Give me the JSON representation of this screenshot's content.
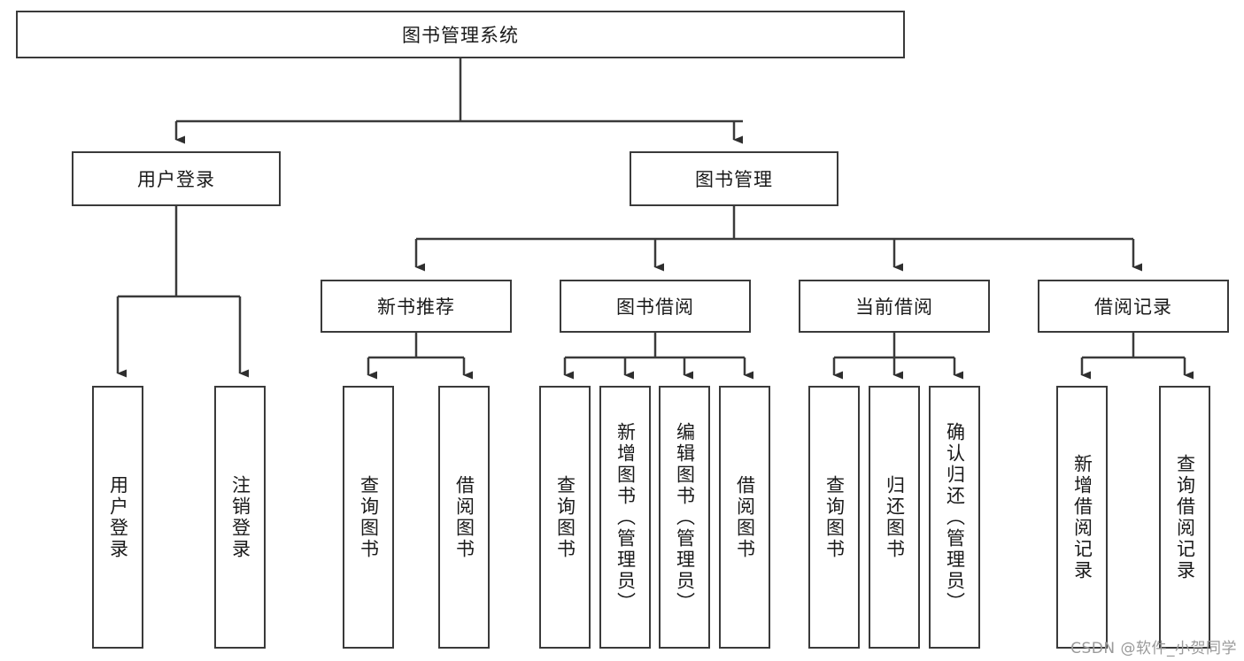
{
  "diagram": {
    "type": "tree-hierarchy",
    "title": "图书管理系统",
    "watermark": "CSDN @软件_小贺同学",
    "colors": {
      "box_border": "#3a3a3a",
      "box_fill": "#ffffff",
      "line": "#3a3a3a",
      "text": "#1a1a1a",
      "watermark": "#9a9a9a",
      "background": "#ffffff"
    },
    "root": {
      "label": "图书管理系统"
    },
    "level2": [
      {
        "id": "user-login",
        "label": "用户登录"
      },
      {
        "id": "book-manage",
        "label": "图书管理"
      }
    ],
    "level3": [
      {
        "id": "new-book-recommend",
        "label": "新书推荐"
      },
      {
        "id": "book-borrow",
        "label": "图书借阅"
      },
      {
        "id": "current-borrow",
        "label": "当前借阅"
      },
      {
        "id": "borrow-record",
        "label": "借阅记录"
      }
    ],
    "leaves": {
      "user_login": [
        {
          "id": "leaf-user-login",
          "label": "用户登录"
        },
        {
          "id": "leaf-logout-login",
          "label": "注销登录"
        }
      ],
      "new_book_recommend": [
        {
          "id": "leaf-query-book-1",
          "label": "查询图书"
        },
        {
          "id": "leaf-borrow-book-1",
          "label": "借阅图书"
        }
      ],
      "book_borrow": [
        {
          "id": "leaf-query-book-2",
          "label": "查询图书"
        },
        {
          "id": "leaf-add-book",
          "label": "新增图书（管理员）"
        },
        {
          "id": "leaf-edit-book",
          "label": "编辑图书（管理员）"
        },
        {
          "id": "leaf-borrow-book-2",
          "label": "借阅图书"
        }
      ],
      "current_borrow": [
        {
          "id": "leaf-query-book-3",
          "label": "查询图书"
        },
        {
          "id": "leaf-return-book",
          "label": "归还图书"
        },
        {
          "id": "leaf-confirm-return",
          "label": "确认归还（管理员）"
        }
      ],
      "borrow_record": [
        {
          "id": "leaf-add-borrow-record",
          "label": "新增借阅记录"
        },
        {
          "id": "leaf-query-borrow-record",
          "label": "查询借阅记录"
        }
      ]
    }
  }
}
